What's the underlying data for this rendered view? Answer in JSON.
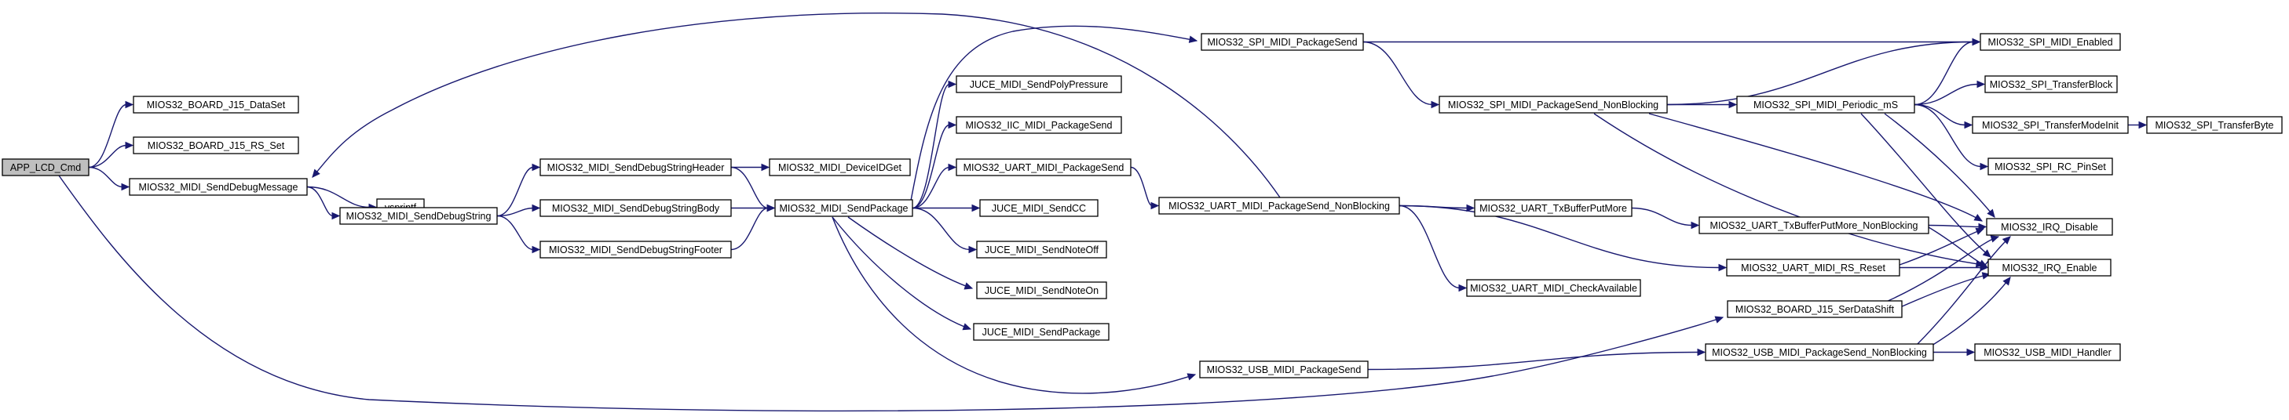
{
  "root": "n_app",
  "nodes": [
    {
      "id": "n_app",
      "label": "APP_LCD_Cmd"
    },
    {
      "id": "n_j15ds",
      "label": "MIOS32_BOARD_J15_DataSet"
    },
    {
      "id": "n_j15rs",
      "label": "MIOS32_BOARD_J15_RS_Set"
    },
    {
      "id": "n_dbgmsg",
      "label": "MIOS32_MIDI_SendDebugMessage"
    },
    {
      "id": "n_vsprintf",
      "label": "vsprintf"
    },
    {
      "id": "n_dbgstr",
      "label": "MIOS32_MIDI_SendDebugString"
    },
    {
      "id": "n_dbghdr",
      "label": "MIOS32_MIDI_SendDebugStringHeader"
    },
    {
      "id": "n_dbgbody",
      "label": "MIOS32_MIDI_SendDebugStringBody"
    },
    {
      "id": "n_dbgftr",
      "label": "MIOS32_MIDI_SendDebugStringFooter"
    },
    {
      "id": "n_devid",
      "label": "MIOS32_MIDI_DeviceIDGet"
    },
    {
      "id": "n_sendpkg",
      "label": "MIOS32_MIDI_SendPackage"
    },
    {
      "id": "n_polyp",
      "label": "JUCE_MIDI_SendPolyPressure"
    },
    {
      "id": "n_iicps",
      "label": "MIOS32_IIC_MIDI_PackageSend"
    },
    {
      "id": "n_uartps",
      "label": "MIOS32_UART_MIDI_PackageSend"
    },
    {
      "id": "n_jcc",
      "label": "JUCE_MIDI_SendCC"
    },
    {
      "id": "n_jnoff",
      "label": "JUCE_MIDI_SendNoteOff"
    },
    {
      "id": "n_jnon",
      "label": "JUCE_MIDI_SendNoteOn"
    },
    {
      "id": "n_jpkg",
      "label": "JUCE_MIDI_SendPackage"
    },
    {
      "id": "n_spips",
      "label": "MIOS32_SPI_MIDI_PackageSend"
    },
    {
      "id": "n_uartnb",
      "label": "MIOS32_UART_MIDI_PackageSend_NonBlocking"
    },
    {
      "id": "n_usbps",
      "label": "MIOS32_USB_MIDI_PackageSend"
    },
    {
      "id": "n_spinb",
      "label": "MIOS32_SPI_MIDI_PackageSend_NonBlocking"
    },
    {
      "id": "n_uarttx",
      "label": "MIOS32_UART_TxBufferPutMore"
    },
    {
      "id": "n_uartca",
      "label": "MIOS32_UART_MIDI_CheckAvailable"
    },
    {
      "id": "n_spiper",
      "label": "MIOS32_SPI_MIDI_Periodic_mS"
    },
    {
      "id": "n_uarttxnb",
      "label": "MIOS32_UART_TxBufferPutMore_NonBlocking"
    },
    {
      "id": "n_uartrs",
      "label": "MIOS32_UART_MIDI_RS_Reset"
    },
    {
      "id": "n_j15sds",
      "label": "MIOS32_BOARD_J15_SerDataShift"
    },
    {
      "id": "n_usbnb",
      "label": "MIOS32_USB_MIDI_PackageSend_NonBlocking"
    },
    {
      "id": "n_spien",
      "label": "MIOS32_SPI_MIDI_Enabled"
    },
    {
      "id": "n_spitb",
      "label": "MIOS32_SPI_TransferBlock"
    },
    {
      "id": "n_spitmi",
      "label": "MIOS32_SPI_TransferModeInit"
    },
    {
      "id": "n_spircp",
      "label": "MIOS32_SPI_RC_PinSet"
    },
    {
      "id": "n_irqdis",
      "label": "MIOS32_IRQ_Disable"
    },
    {
      "id": "n_irqen",
      "label": "MIOS32_IRQ_Enable"
    },
    {
      "id": "n_usbh",
      "label": "MIOS32_USB_MIDI_Handler"
    },
    {
      "id": "n_spitbyte",
      "label": "MIOS32_SPI_TransferByte"
    }
  ],
  "edges": [
    [
      "n_app",
      "n_j15ds"
    ],
    [
      "n_app",
      "n_j15rs"
    ],
    [
      "n_app",
      "n_dbgmsg"
    ],
    [
      "n_app",
      "n_j15sds"
    ],
    [
      "n_dbgmsg",
      "n_vsprintf"
    ],
    [
      "n_dbgmsg",
      "n_dbgstr"
    ],
    [
      "n_dbgstr",
      "n_dbghdr"
    ],
    [
      "n_dbgstr",
      "n_dbgbody"
    ],
    [
      "n_dbgstr",
      "n_dbgftr"
    ],
    [
      "n_dbghdr",
      "n_devid"
    ],
    [
      "n_dbghdr",
      "n_sendpkg"
    ],
    [
      "n_dbgbody",
      "n_sendpkg"
    ],
    [
      "n_dbgftr",
      "n_sendpkg"
    ],
    [
      "n_sendpkg",
      "n_polyp"
    ],
    [
      "n_sendpkg",
      "n_iicps"
    ],
    [
      "n_sendpkg",
      "n_uartps"
    ],
    [
      "n_sendpkg",
      "n_jcc"
    ],
    [
      "n_sendpkg",
      "n_jnoff"
    ],
    [
      "n_sendpkg",
      "n_jnon"
    ],
    [
      "n_sendpkg",
      "n_jpkg"
    ],
    [
      "n_sendpkg",
      "n_spips"
    ],
    [
      "n_sendpkg",
      "n_usbps"
    ],
    [
      "n_uartps",
      "n_uartnb"
    ],
    [
      "n_uartnb",
      "n_dbgmsg"
    ],
    [
      "n_uartnb",
      "n_uarttx"
    ],
    [
      "n_uartnb",
      "n_uartca"
    ],
    [
      "n_uartnb",
      "n_uartrs"
    ],
    [
      "n_spips",
      "n_spien"
    ],
    [
      "n_spips",
      "n_spinb"
    ],
    [
      "n_spinb",
      "n_spien"
    ],
    [
      "n_spinb",
      "n_spiper"
    ],
    [
      "n_spinb",
      "n_irqdis"
    ],
    [
      "n_spinb",
      "n_irqen"
    ],
    [
      "n_spiper",
      "n_spien"
    ],
    [
      "n_spiper",
      "n_spitb"
    ],
    [
      "n_spiper",
      "n_spitmi"
    ],
    [
      "n_spiper",
      "n_spircp"
    ],
    [
      "n_spiper",
      "n_irqdis"
    ],
    [
      "n_spiper",
      "n_irqen"
    ],
    [
      "n_spitmi",
      "n_spitbyte"
    ],
    [
      "n_uarttx",
      "n_uarttxnb"
    ],
    [
      "n_uarttxnb",
      "n_irqdis"
    ],
    [
      "n_uarttxnb",
      "n_irqen"
    ],
    [
      "n_uartrs",
      "n_irqdis"
    ],
    [
      "n_uartrs",
      "n_irqen"
    ],
    [
      "n_j15sds",
      "n_irqdis"
    ],
    [
      "n_j15sds",
      "n_irqen"
    ],
    [
      "n_usbps",
      "n_usbnb"
    ],
    [
      "n_usbnb",
      "n_irqdis"
    ],
    [
      "n_usbnb",
      "n_irqen"
    ],
    [
      "n_usbnb",
      "n_usbh"
    ]
  ]
}
